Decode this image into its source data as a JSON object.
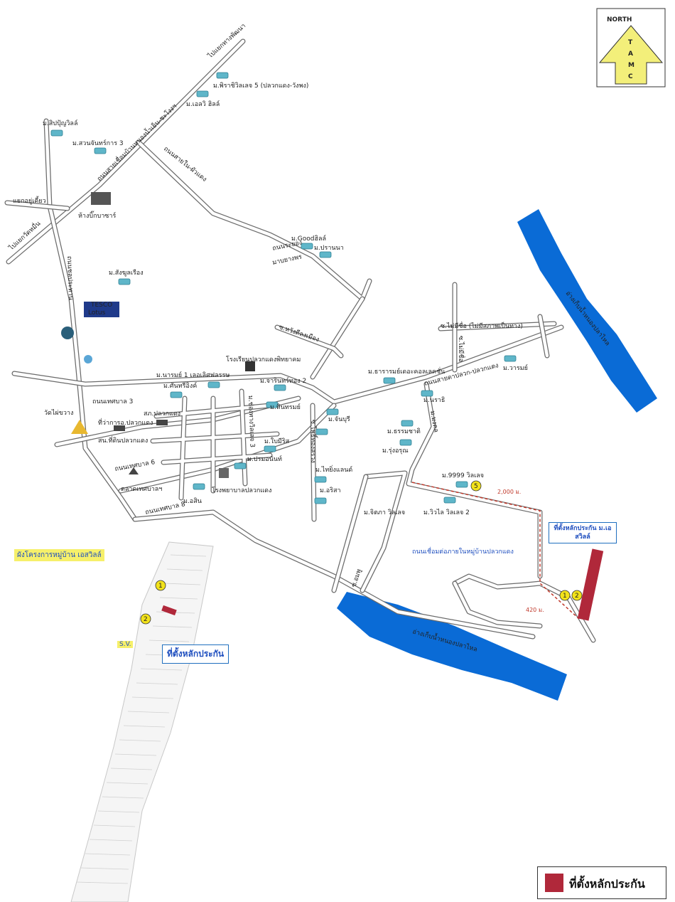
{
  "north_arrow": {
    "title": "NORTH",
    "letters": [
      "T",
      "A",
      "M",
      "C"
    ]
  },
  "colors": {
    "water": "#0a6bd6",
    "road": "#6b6b6b",
    "marker": "#b0283a",
    "callout": "#1f6fbf",
    "badge": "#f2e21a"
  },
  "labels": {
    "top_road_right": "ไปแยกทางพัฒนา",
    "top_village_1": "ม.พิราชิวิลเลจ 5 (ปลวกแดง-วังพง)",
    "top_village_2": "ม.เอลวิ ฮิลล์",
    "left_village_1": "ม.สิปปุ้ญวิลล์",
    "left_village_2": "ม.สวนจันทร์การ 3",
    "road_diag": "ถนนสายเชื่อมบ้านหนองน้ำเย็น-ชะโงงฯ",
    "road_upper": "ถนนสายใน-ผัวแดง",
    "left_village_3": "ม.สังฆูลเรือง",
    "mall": "ห้างบิ๊กบาซาร์",
    "junction_left": "แยกอยู่เคี้ยว",
    "road_to_left": "ไปแยกวัดหมื่น",
    "good_village": "ม.Goodฮิลล์",
    "pranom": "ม.ปรานนา",
    "road_mid": "ถนนระยอง",
    "plawk": "มาบยางพร",
    "tesco": "TESCO",
    "lotus": "Lotus",
    "school": "โรงเรียนปลวกแดงพิทยาคม",
    "soi_right": "ซ.ไม่มีชื่อ (ไม่มีสภาพเป็นทาง)",
    "soi_right2": "ซ.ไม่มีชื่อ",
    "soi_mid": "ซ.หวังดีลงเมือง",
    "v_narong": "ม.นารมย์ 1 เลอเลิศฟลรรษ",
    "v_sap": "ม.ศันทรีอิงค์",
    "v_jarin": "ม.จารินทร์ทอง 2",
    "v_nam": "ม.หินทรมย์",
    "v_tharn": "ม.ธารารมย์เดอะคอลเลคชั่น",
    "v_warom": "ม.วารมย์",
    "road_right": "ถนนสายตาปลวก-ปลวกแดง",
    "v_kong": "ม.จันบุรี",
    "v_mongkon": "ม.มงคล",
    "v_nar": "ม.นราธิ",
    "v_tham": "ม.ธรรมชาติ",
    "v_rung": "ม.รุ่งอรุณ",
    "v_9999": "ม.9999 วิลเลจ",
    "dist_2000": "2,000 ม.",
    "wat": "วัดไผ่ขวาง",
    "office": "ที่ว่าการอ.ปลวกแดง",
    "police": "สภ.ปลวกแดง",
    "dept": "สน.ที่ดินปลวกแดง",
    "road_tesban3": "ถนนเทศบาล 3",
    "road_tesban6": "ถนนเทศบาล 6",
    "road_tesban8": "ถนนเทศบาล 8",
    "road_main_v": "ถนนชลประทาน",
    "market": "ตลาดเทศบาลฯ",
    "v_mai": "ม.ใบมีริส",
    "v_prem": "ม.ปรมอนันท์",
    "hospital": "โรงพยาบาลปลวกแดง",
    "v_asawin": "ม.อสิน",
    "v_chong": "ม.ช่องทางวิลเลจ 3",
    "v_world": "ม.ไทยิ่งแลนด์",
    "v_tara": "ม.อริสา",
    "v_jira": "ม.จิตภา วิลเลจ",
    "v_wiwi": "ม.วิวไล วิลเลจ 2",
    "road_pho": "ซ.โพธิ์ทองสรวง",
    "road_chomp": "ซ.อมพู",
    "callout_top": "ที่ตั้งหลักประกัน ม.เอสวิลล์",
    "road_link": "ถนนเชื่อมต่อภายในหมู่บ้านปลวกแดง",
    "dist_420": "420 ม.",
    "river_upper": "อ่างเก็บน้ำหนองปลาไหล",
    "river_lower": "อ่างเก็บน้ำหนองปลาไหล",
    "project_plan": "ผังโครงการหมู่บ้าน เอสวิลล์",
    "plan_tag": "S.V.",
    "plan_callout": "ที่ตั้งหลักประกัน",
    "legend": "ที่ตั้งหลักประกัน"
  },
  "badges": {
    "b1": "1",
    "b2": "2",
    "b5": "5"
  }
}
